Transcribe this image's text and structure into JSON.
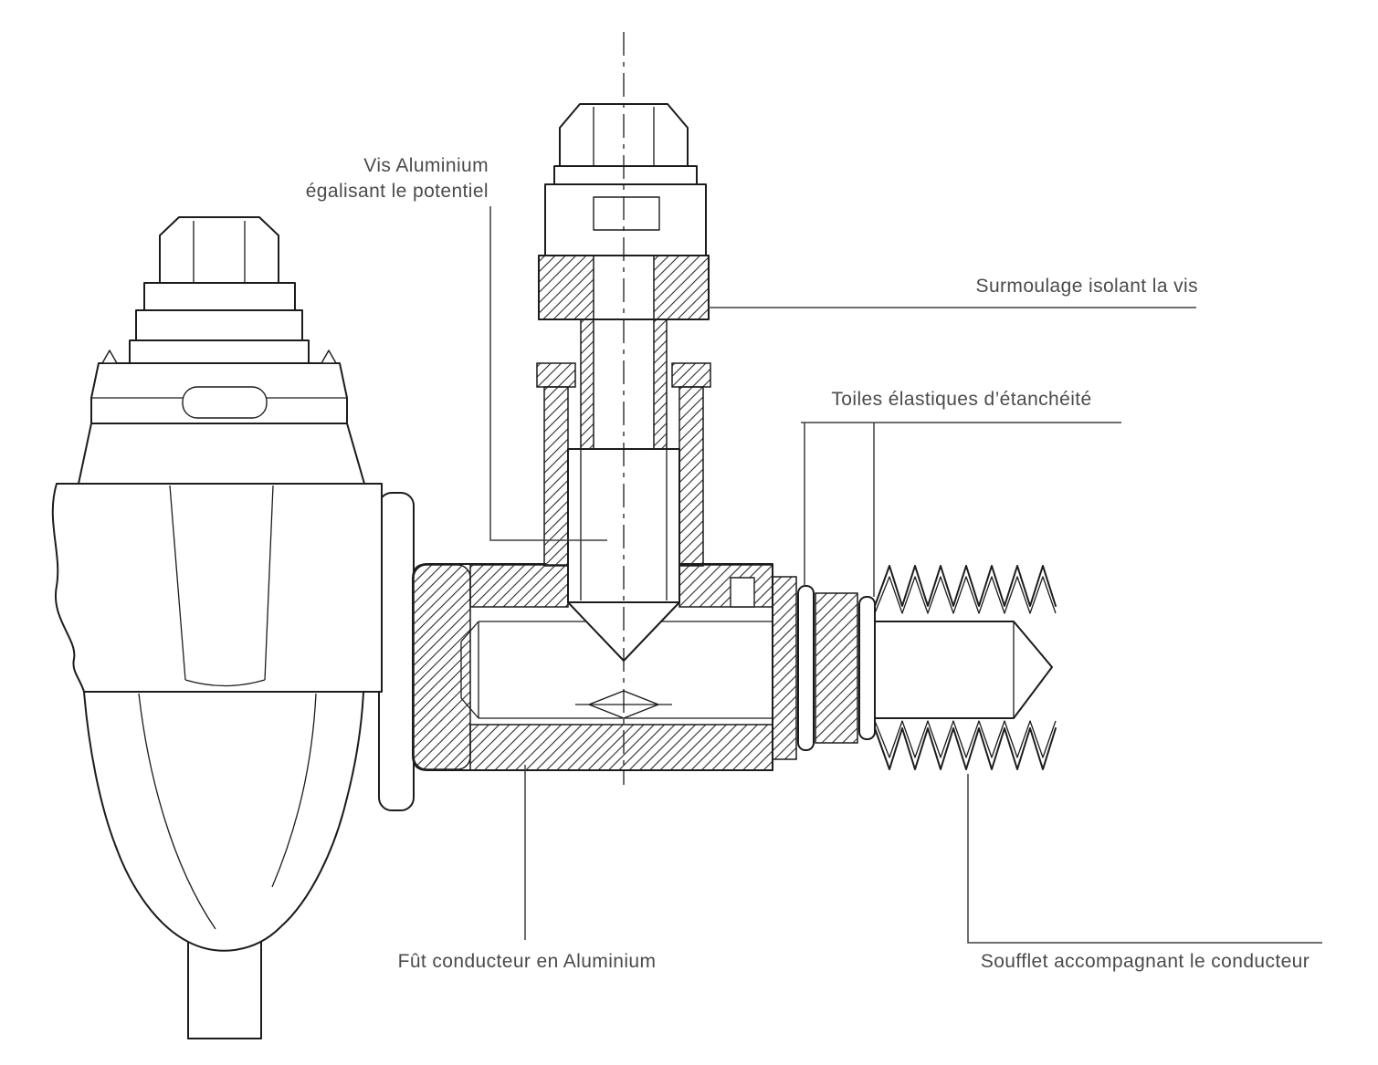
{
  "labels": {
    "vis_line1": "Vis Aluminium",
    "vis_line2": "égalisant le potentiel",
    "surmoulage": "Surmoulage isolant la vis",
    "toiles": "Toiles élastiques d’étanchéité",
    "fut": "Fût conducteur en Aluminium",
    "soufflet": "Soufflet accompagnant le conducteur"
  },
  "colors": {
    "line": "#1c1c1c",
    "leader": "#3e3e3e",
    "label_text": "#4b4b4b",
    "background": "#ffffff"
  }
}
